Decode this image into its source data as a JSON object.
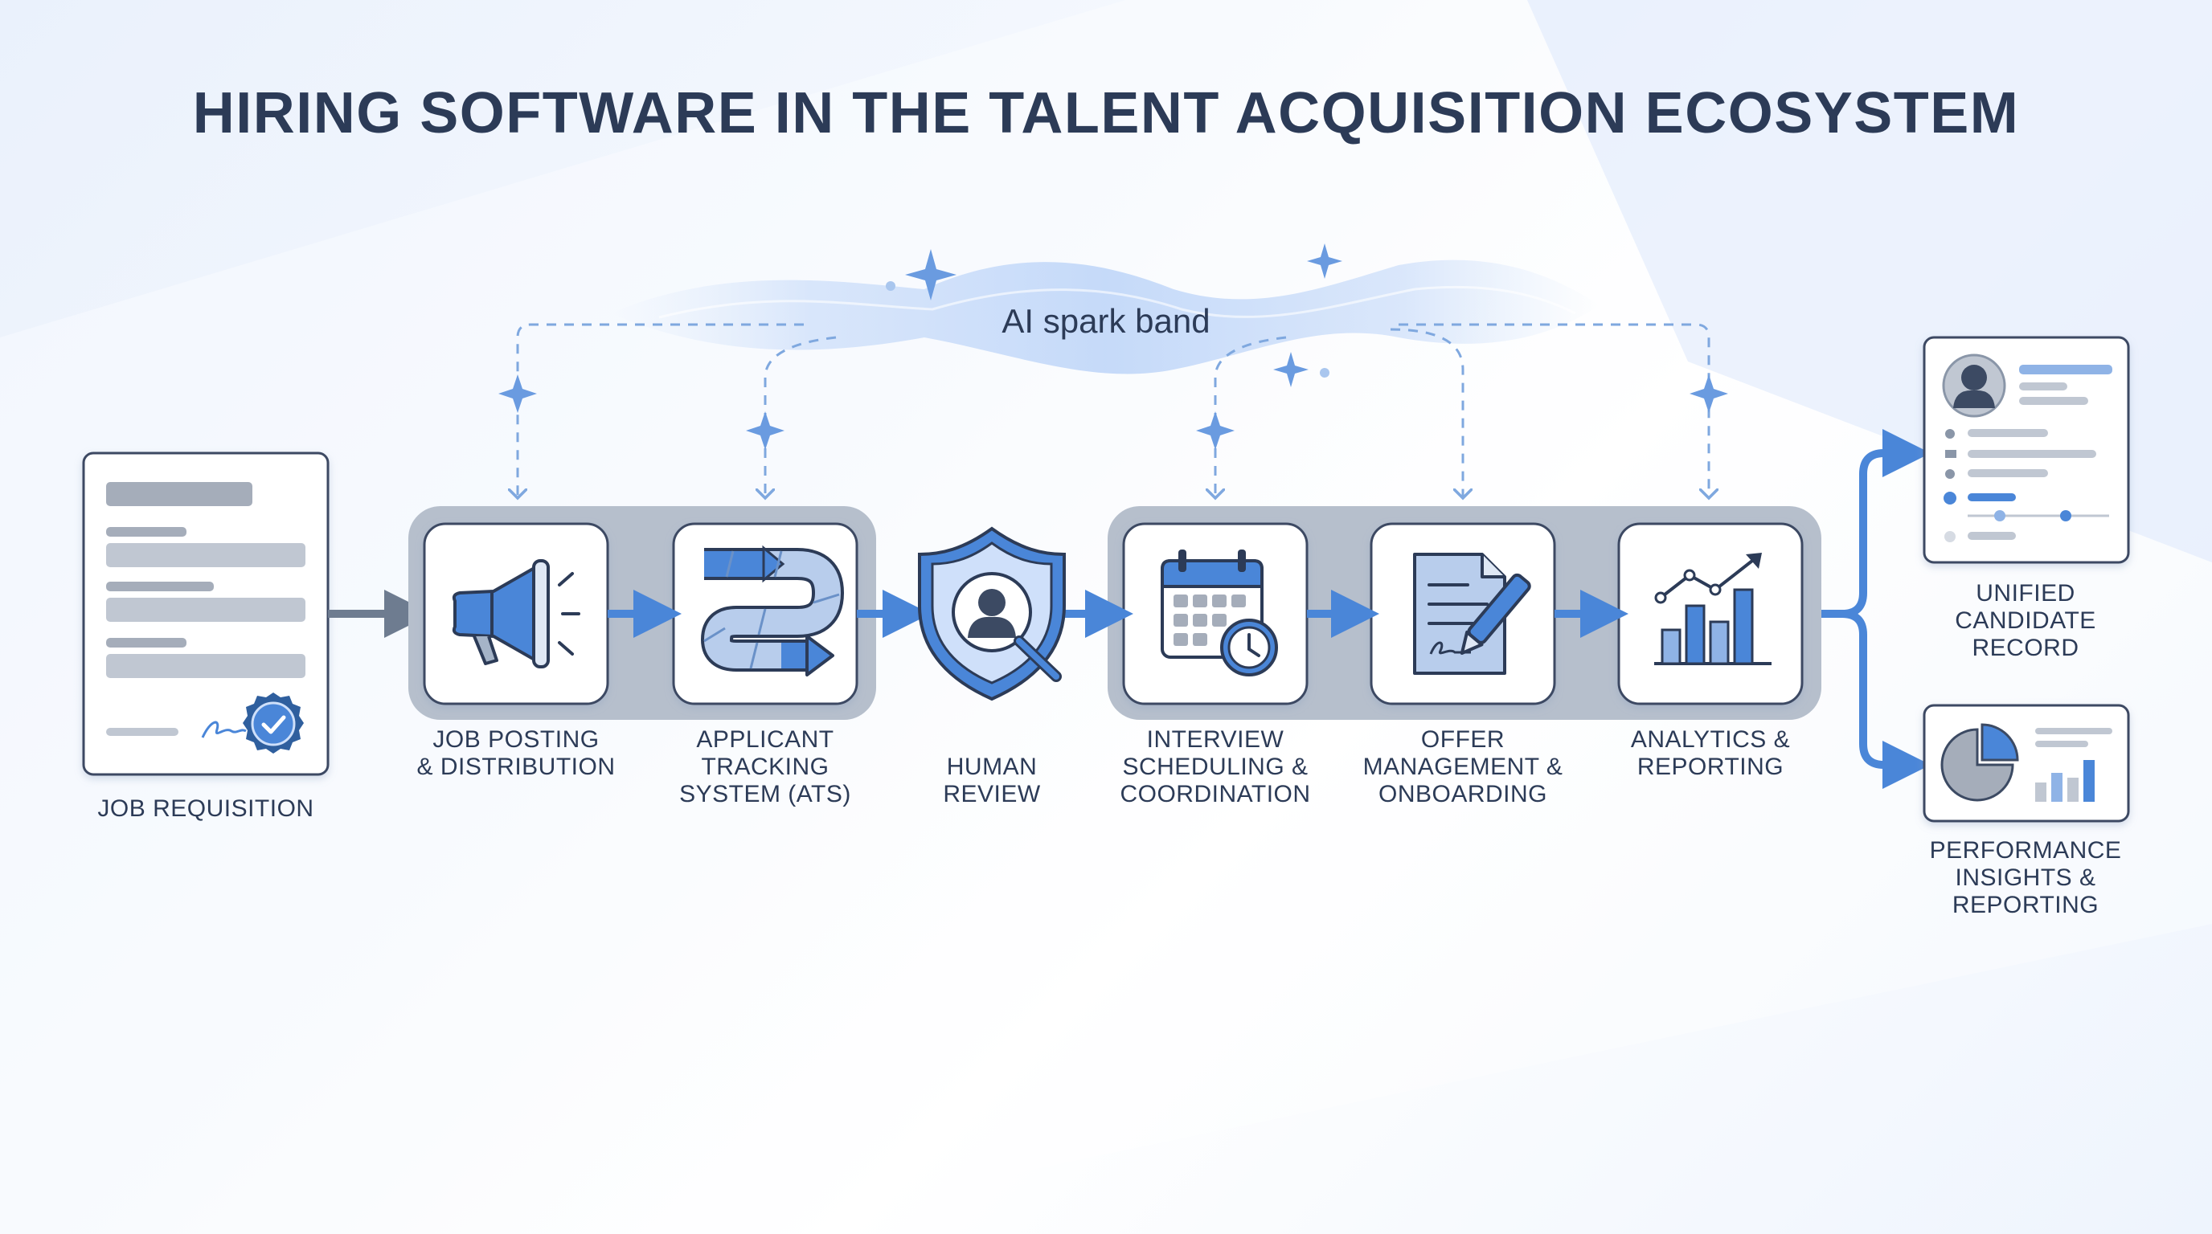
{
  "title": "HIRING SOFTWARE IN THE TALENT ACQUISITION ECOSYSTEM",
  "ai_band": {
    "label": "AI spark band"
  },
  "stages": [
    {
      "id": "job-requisition",
      "label": "JOB REQUISITION",
      "icon": "document-seal-icon"
    },
    {
      "id": "job-posting",
      "label": "JOB POSTING\n& DISTRIBUTION",
      "icon": "megaphone-icon"
    },
    {
      "id": "ats",
      "label": "APPLICANT\nTRACKING\nSYSTEM (ATS)",
      "icon": "winding-path-icon"
    },
    {
      "id": "human-review",
      "label": "HUMAN\nREVIEW",
      "icon": "shield-person-icon"
    },
    {
      "id": "interview",
      "label": "INTERVIEW\nSCHEDULING &\nCOORDINATION",
      "icon": "calendar-clock-icon"
    },
    {
      "id": "offer",
      "label": "OFFER\nMANAGEMENT &\nONBOARDING",
      "icon": "document-pen-icon"
    },
    {
      "id": "analytics",
      "label": "ANALYTICS &\nREPORTING",
      "icon": "bar-chart-trend-icon"
    }
  ],
  "outputs": [
    {
      "id": "unified-record",
      "label": "UNIFIED\nCANDIDATE\nRECORD",
      "icon": "profile-card-icon"
    },
    {
      "id": "performance",
      "label": "PERFORMANCE\nINSIGHTS &\nREPORTING",
      "icon": "pie-bar-chart-icon"
    }
  ],
  "colors": {
    "accent": "#4a86d8",
    "dark": "#2c3b57",
    "group": "#b6bfcc",
    "tile_border": "#3c4a63"
  }
}
